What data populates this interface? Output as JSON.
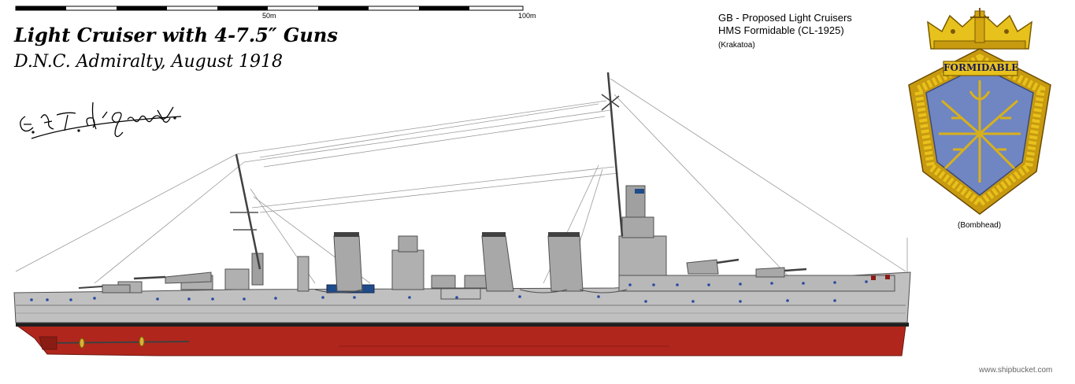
{
  "scale": {
    "mid_label": "50m",
    "end_label": "100m"
  },
  "heading": {
    "line1": "Light Cruiser with 4-7.5″ Guns",
    "line2": "D.N.C. Admiralty, August 1918"
  },
  "signature_text": "E.H.T. d'Eyncourt.",
  "info": {
    "line1": "GB - Proposed Light Cruisers",
    "line2": "HMS Formidable (CL-1925)",
    "line3": "(Krakatoa)"
  },
  "badge": {
    "name": "FORMIDABLE",
    "caption": "(Bombhead)",
    "colors": {
      "field": "#6f86c2",
      "gold": "#e8c21c",
      "rope": "#c79a10"
    }
  },
  "ship": {
    "colors": {
      "hull": "#c0c0c0",
      "hull_below": "#b1261c",
      "deck": "#a8a8a8",
      "dark": "#505050"
    }
  },
  "credit": "www.shipbucket.com"
}
